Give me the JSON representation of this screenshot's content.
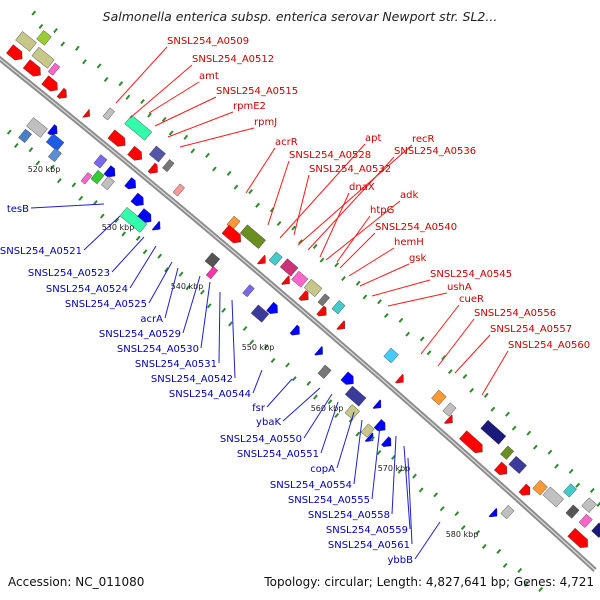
{
  "title": "Salmonella enterica subsp. enterica serovar Newport str. SL2...",
  "footer": {
    "accession": "Accession: NC_011080",
    "summary": "Topology: circular; Length: 4,827,641 bp; Genes: 4,721"
  },
  "colors": {
    "backbone": "#8c8c8c",
    "forward_label": "#cc0000",
    "reverse_label": "#0000b8",
    "cds_forward": "#ff0000",
    "cds_reverse": "#0000ff",
    "tick": "#2e8b2e"
  },
  "scale_labels": [
    "520 kbp",
    "530 kbp",
    "540 kbp",
    "550 kbp",
    "560 kbp",
    "570 kbp",
    "580 kbp"
  ],
  "forward_labels": [
    "SNSL254_A0509",
    "SNSL254_A0512",
    "amt",
    "SNSL254_A0515",
    "rpmE2",
    "rpmJ",
    "acrR",
    "apt",
    "recR",
    "SNSL254_A0528",
    "SNSL254_A0536",
    "SNSL254_A0532",
    "dnaX",
    "adk",
    "htpG",
    "SNSL254_A0540",
    "hemH",
    "gsk",
    "SNSL254_A0545",
    "ushA",
    "cueR",
    "SNSL254_A0556",
    "SNSL254_A0557",
    "SNSL254_A0560"
  ],
  "reverse_labels": [
    "tesB",
    "SNSL254_A0521",
    "SNSL254_A0523",
    "SNSL254_A0524",
    "SNSL254_A0525",
    "acrA",
    "SNSL254_A0529",
    "SNSL254_A0530",
    "SNSL254_A0531",
    "SNSL254_A0542",
    "SNSL254_A0544",
    "fsr",
    "ybaK",
    "SNSL254_A0550",
    "SNSL254_A0551",
    "copA",
    "SNSL254_A0554",
    "SNSL254_A0555",
    "SNSL254_A0558",
    "SNSL254_A0559",
    "SNSL254_A0561",
    "ybbB"
  ]
}
